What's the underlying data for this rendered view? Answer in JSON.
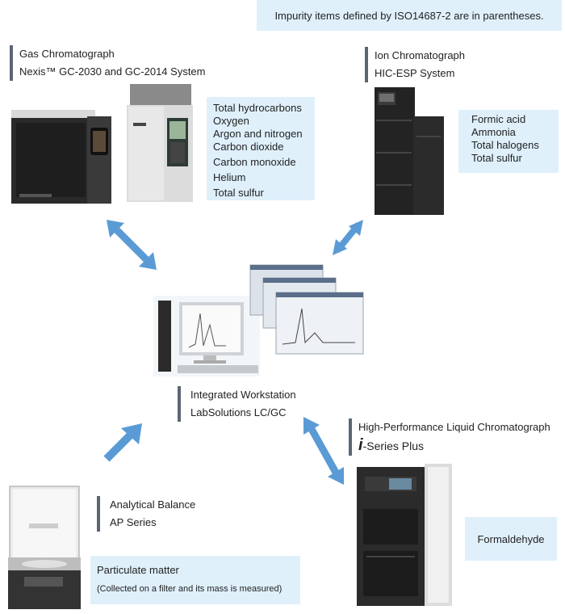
{
  "note": "Impurity items defined by ISO14687-2 are in parentheses.",
  "gc": {
    "title1": "Gas Chromatograph",
    "title2": "Nexis™ GC-2030 and GC-2014 System",
    "items": [
      "Total hydrocarbons",
      "Oxygen",
      "Argon and nitrogen",
      "Carbon dioxide",
      "Carbon monoxide",
      "Helium",
      "Total sulfur"
    ]
  },
  "ic": {
    "title1": "Ion Chromatograph",
    "title2": "HIC-ESP System",
    "items": [
      "Formic acid",
      "Ammonia",
      "Total halogens",
      "Total sulfur"
    ]
  },
  "ws": {
    "title1": "Integrated Workstation",
    "title2": "LabSolutions LC/GC"
  },
  "hplc": {
    "title1": "High-Performance Liquid Chromatograph",
    "title2_prefix": "i",
    "title2": "-Series Plus",
    "item": "Formaldehyde"
  },
  "balance": {
    "title1": "Analytical Balance",
    "title2": "AP Series",
    "item": "Particulate matter",
    "item_note": "(Collected on a filter and its mass is measured)"
  },
  "colors": {
    "arrow": "#5b9bd5",
    "box": "#dff0fb",
    "bar": "#5b6675"
  },
  "icons": [
    "gas-chromatograph-image",
    "ion-chromatograph-image",
    "workstation-image",
    "hplc-image",
    "balance-image",
    "double-arrow-icon",
    "arrow-icon"
  ]
}
